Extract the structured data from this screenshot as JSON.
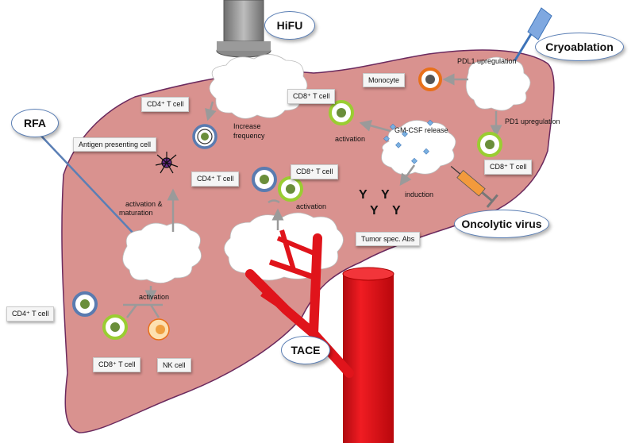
{
  "treatments": {
    "hifu": "HiFU",
    "cryoablation": "Cryoablation",
    "rfa": "RFA",
    "oncolytic_virus": "Oncolytic virus",
    "tace": "TACE"
  },
  "boxes": {
    "cd4_top": "CD4⁺ T cell",
    "antigen_presenting": "Antigen presenting cell",
    "cd4_mid": "CD4⁺ T cell",
    "cd8_top": "CD8⁺ T cell",
    "cd8_mid": "CD8⁺ T cell",
    "monocyte": "Monocyte",
    "cd8_right": "CD8⁺ T cell",
    "tumor_abs": "Tumor spec. Abs",
    "cd4_left": "CD4⁺ T cell",
    "cd8_bottom": "CD8⁺ T cell",
    "nk": "NK cell"
  },
  "annotations": {
    "increase_line1": "Increase",
    "increase_line2": "frequency",
    "activation_maturation_line1": "activation &",
    "activation_maturation_line2": "maturation",
    "activation_top": "activation",
    "activation_mid": "activation",
    "activation_bottom": "activation",
    "gmcsf": "GM-CSF release",
    "pdl1": "PDL1 upregulation",
    "pd1": "PD1 upregulation",
    "induction": "induction"
  },
  "antibody_glyph": "Y",
  "colors": {
    "liver_fill": "#d9928f",
    "liver_stroke": "#6b2a5e",
    "vessel": "#e0141b",
    "arrow": "#9a9a9a",
    "cd8_cell": "#9acd32",
    "cd4_cell": "#5a7bb0",
    "monocyte_cell": "#e8701a",
    "probe": "#3d73b8"
  }
}
